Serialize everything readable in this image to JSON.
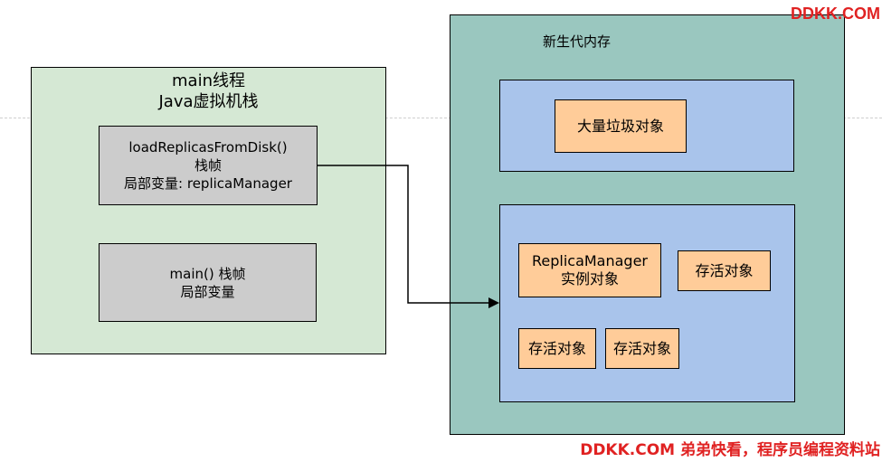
{
  "watermark": {
    "top": "DDKK.COM",
    "bottom": "DDKK.COM 弟弟快看，程序员编程资料站"
  },
  "thread": {
    "title_line1": "main线程",
    "title_line2": "Java虚拟机栈",
    "frames": [
      {
        "line1": "loadReplicasFromDisk()",
        "line2": "栈帧",
        "line3": "局部变量: replicaManager"
      },
      {
        "line1": "main() 栈帧",
        "line2": "局部变量"
      }
    ]
  },
  "heap": {
    "title": "新生代内存",
    "region1": {
      "objects": [
        {
          "label": "大量垃圾对象"
        }
      ]
    },
    "region2": {
      "objects": [
        {
          "line1": "ReplicaManager",
          "line2": "实例对象"
        },
        {
          "label": "存活对象"
        },
        {
          "label": "存活对象"
        },
        {
          "label": "存活对象"
        }
      ]
    }
  },
  "colors": {
    "thread_bg": "#d5e8d4",
    "frame_bg": "#cccccc",
    "heap_bg": "#9ac7bf",
    "region_bg": "#a9c4eb",
    "object_bg": "#ffcc99",
    "watermark": "#e02222"
  }
}
